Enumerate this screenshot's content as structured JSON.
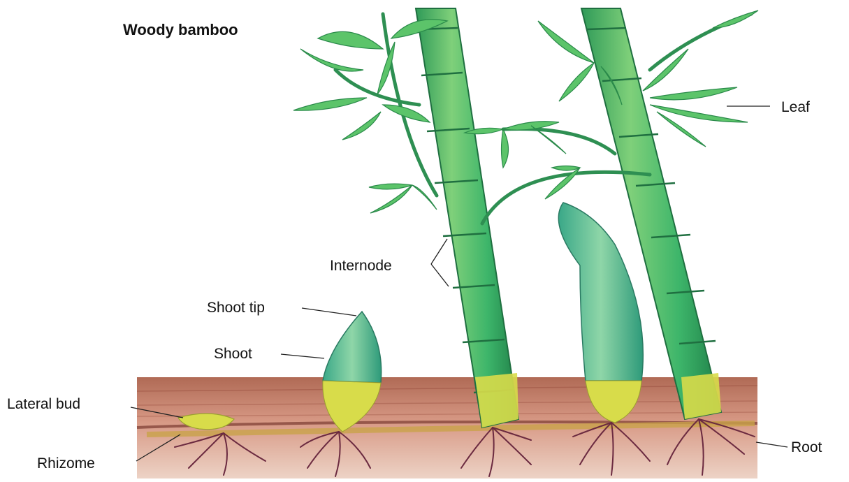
{
  "title": "Woody bamboo",
  "labels": {
    "leaf": "Leaf",
    "internode": "Internode",
    "shoot_tip": "Shoot tip",
    "shoot": "Shoot",
    "lateral_bud": "Lateral bud",
    "rhizome": "Rhizome",
    "root": "Root"
  },
  "colors": {
    "culm": "#3fb86a",
    "culm_dark": "#2a8a4a",
    "leaf": "#5cc46a",
    "soil": "#c98b74",
    "soil_light": "#e8c6b6",
    "sheath_yellow": "#d9e04a",
    "root": "#5a2a3a"
  }
}
